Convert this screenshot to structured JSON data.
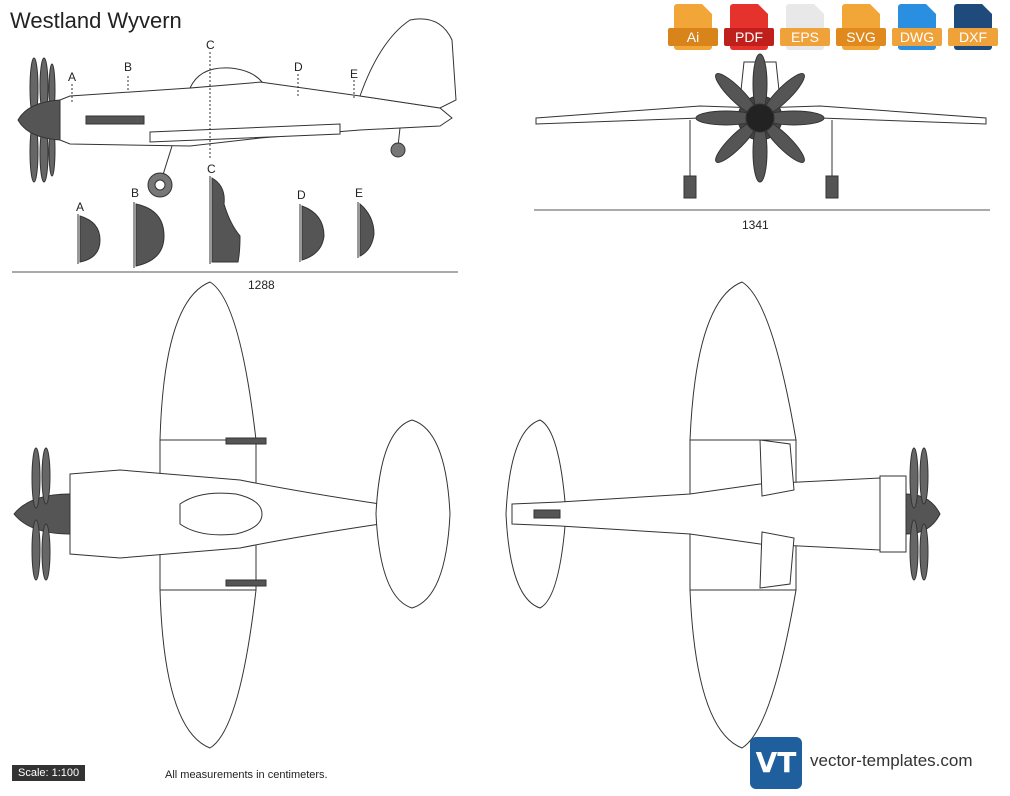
{
  "header": {
    "title": "Westland Wyvern"
  },
  "formats": [
    {
      "label": "Ai",
      "color": "#f2a637"
    },
    {
      "label": "PDF",
      "color": "#e5322d"
    },
    {
      "label": "EPS",
      "color": "#e8e8e8"
    },
    {
      "label": "SVG",
      "color": "#f2a637"
    },
    {
      "label": "DWG",
      "color": "#2a8fe0"
    },
    {
      "label": "DXF",
      "color": "#1e4a7c"
    }
  ],
  "side_view": {
    "stations": [
      "A",
      "B",
      "C",
      "D",
      "E"
    ],
    "dimension": "1288"
  },
  "front_view": {
    "dimension": "1341"
  },
  "footer": {
    "scale": "Scale: 1:100",
    "measurements_note": "All measurements in centimeters."
  },
  "brand": {
    "logo": "VT",
    "site": "vector-templates.com"
  }
}
